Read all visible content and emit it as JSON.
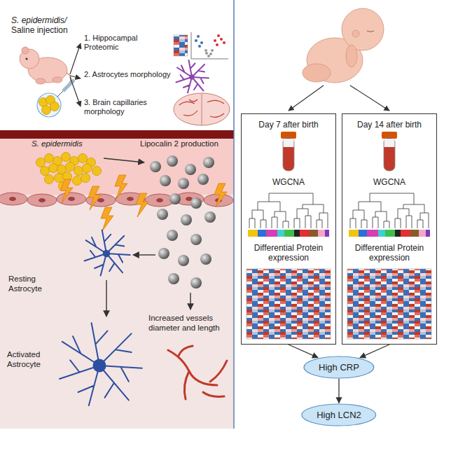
{
  "diagram": {
    "nodes": [
      {
        "text": [
          "Day 7 after birth",
          "WGCNA",
          "Differential Protein expression"
        ]
      },
      {
        "text": [
          "Day 14 after birth",
          "WGCNA",
          "Differential Protein expression"
        ]
      },
      {
        "text": [
          "High CRP"
        ]
      },
      {
        "text": [
          "High LCN2"
        ]
      }
    ],
    "edges": [
      {
        "from": 0,
        "to": 2,
        "arrow": "to"
      },
      {
        "from": 1,
        "to": 2,
        "arrow": "to"
      },
      {
        "from": 2,
        "to": 3,
        "arrow": "to"
      }
    ],
    "labels": [
      "S. epidermidis/ Saline injection",
      "1. Hippocampal Proteomic",
      "2. Astrocytes morphology",
      "3. Brain capillaries morphology",
      "S. epidermidis",
      "Lipocalin 2 production",
      "Resting Astrocyte",
      "Activated Astrocyte",
      "Increased vessels diameter and length"
    ]
  }
}
